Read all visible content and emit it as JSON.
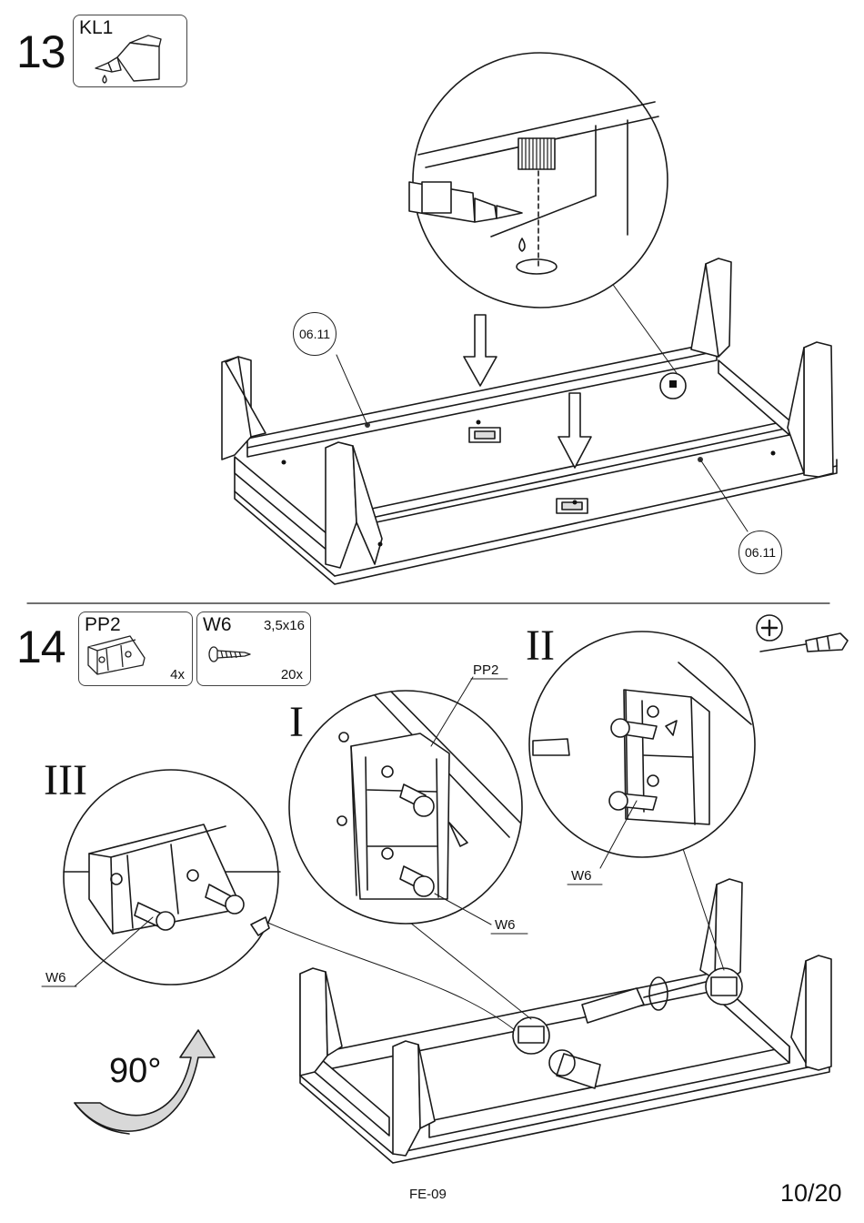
{
  "step13": {
    "number": "13",
    "part_code": "KL1",
    "part_icon": "glue-bottle-icon",
    "callouts": [
      "06.11",
      "06.11"
    ]
  },
  "step14": {
    "number": "14",
    "parts": [
      {
        "code": "PP2",
        "size": "",
        "qty": "4x",
        "icon": "corner-bracket-icon"
      },
      {
        "code": "W6",
        "size": "3,5x16",
        "qty": "20x",
        "icon": "screw-icon"
      }
    ],
    "tool_icon": "phillips-screwdriver-icon",
    "detail_labels": [
      "I",
      "II",
      "III"
    ],
    "callouts": {
      "pp2": "PP2",
      "w6_i": "W6",
      "w6_ii": "W6",
      "w6_iii": "W6"
    },
    "rotation": "90°"
  },
  "footer": {
    "model": "FE-09",
    "page": "10/20"
  }
}
